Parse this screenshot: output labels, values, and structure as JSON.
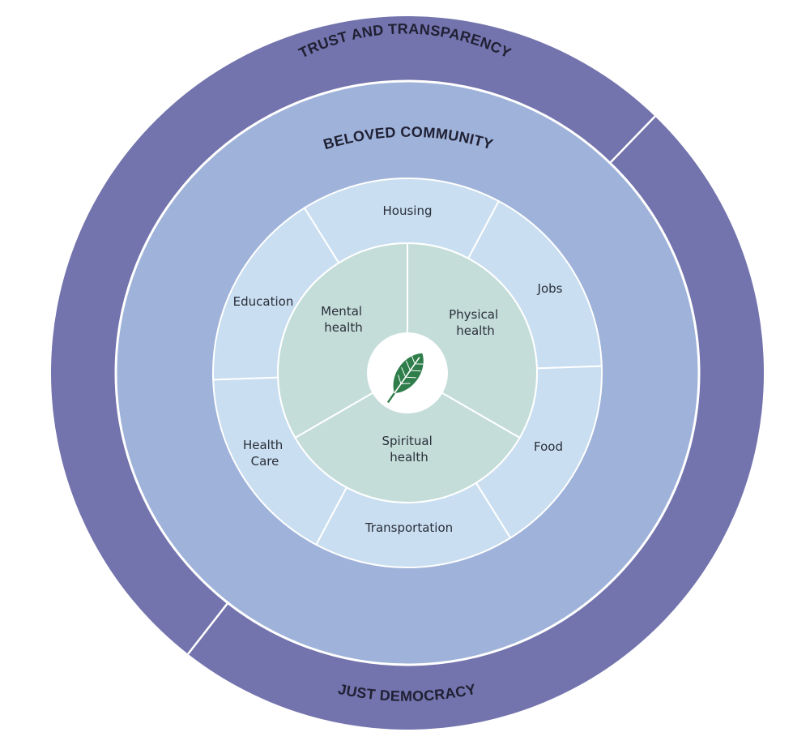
{
  "outer_ring": {
    "top_title": "TRUST AND TRANSPARENCY",
    "bottom_title": "JUST DEMOCRACY",
    "color": "#7373ad"
  },
  "community_ring": {
    "title": "BELOVED COMMUNITY",
    "color": "#9fb2d9"
  },
  "needs_ring": {
    "color": "#c9def0",
    "segments": [
      {
        "id": "housing",
        "label": "Housing"
      },
      {
        "id": "jobs",
        "label": "Jobs"
      },
      {
        "id": "food",
        "label": "Food"
      },
      {
        "id": "transportation",
        "label": "Transportation"
      },
      {
        "id": "health-care",
        "label": "Health Care",
        "lines": [
          "Health",
          "Care"
        ]
      },
      {
        "id": "education",
        "label": "Education"
      }
    ]
  },
  "health_core": {
    "color": "#c4ddd9",
    "segments": [
      {
        "id": "mental-health",
        "label": "Mental health",
        "lines": [
          "Mental",
          "health"
        ]
      },
      {
        "id": "physical-health",
        "label": "Physical health",
        "lines": [
          "Physical",
          "health"
        ]
      },
      {
        "id": "spiritual-health",
        "label": "Spiritual health",
        "lines": [
          "Spiritual",
          "health"
        ]
      }
    ]
  },
  "center": {
    "icon": "leaf-icon",
    "leaf_color": "#2e7d4a",
    "background": "#ffffff"
  },
  "divider_color": "#ffffff"
}
